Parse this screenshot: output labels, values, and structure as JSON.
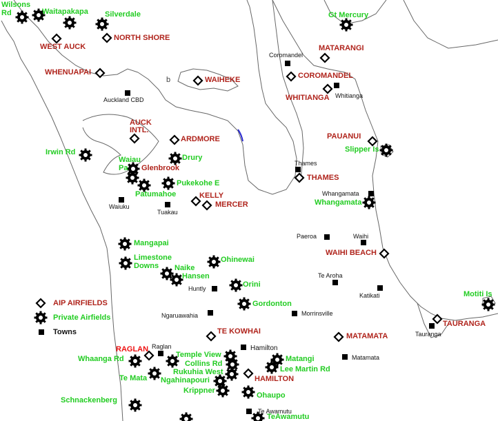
{
  "colors": {
    "aip": "#b0241c",
    "private": "#22cc22",
    "town": "#111111",
    "raglan": "#ee1111",
    "coast": "#666666"
  },
  "legend": {
    "aip": "AIP AIRFIELDS",
    "private": "Private Airfields",
    "towns": "Towns"
  },
  "misc": {
    "b_letter": "b"
  },
  "aip_airfields": {
    "west_auck": "WEST AUCK",
    "north_shore": "NORTH SHORE",
    "whenuapai": "WHENUAPAI",
    "auck_intl_line1": "AUCK",
    "auck_intl_line2": "INTL.",
    "ardmore": "ARDMORE",
    "waiheke": "WAIHEKE",
    "matarangi": "MATARANGI",
    "coromandel": "COROMANDEL",
    "whitianga": "WHITIANGA",
    "pauanui": "PAUANUI",
    "thames": "THAMES",
    "kelly": "KELLY",
    "mercer": "MERCER",
    "waihi_beach": "WAIHI BEACH",
    "te_kowhai": "TE KOWHAI",
    "matamata": "MATAMATA",
    "hamilton": "HAMILTON",
    "tauranga": "TAURANGA",
    "raglan": "RAGLAN"
  },
  "private_airfields": {
    "wilsons_line1": "Wilsons",
    "wilsons_line2": "Rd",
    "waitapakapa": "Waitapakapa",
    "silverdale": "Silverdale",
    "gt_mercury": "Gt Mercury",
    "irwin_rd": "Irwin Rd",
    "waiau_pa": "Waiau",
    "papa": "Pa",
    "glenbrook": "Glenbrook",
    "drury": "Drury",
    "pukekohe_e": "Pukekohe E",
    "patumahoe": "Patumahoe",
    "slipper_is": "Slipper Is",
    "whangamata": "Whangamata",
    "mangapai": "Mangapai",
    "limestone_line1": "Limestone",
    "limestone_line2": "Downs",
    "ohinewai": "Ohinewai",
    "naike": "Naike",
    "hansen": "Hansen",
    "orini": "Orini",
    "gordonton": "Gordonton",
    "motiti_is": "Motiti Is",
    "whaanga_rd": "Whaanga Rd",
    "temple_view": "Temple View",
    "collins_rd": "Collins Rd",
    "rukuhia_west": "Rukuhia West",
    "matangi": "Matangi",
    "lee_martin_rd": "Lee Martin Rd",
    "te_mata": "Te Mata",
    "ngahinapouri": "Ngahinapouri",
    "krippner": "Krippner",
    "ohaupo": "Ohaupo",
    "schnackenberg": "Schnackenberg",
    "teawamutu": "TeAwamutu"
  },
  "towns": {
    "auckland_cbd": "Auckland CBD",
    "coromandel": "Coromandel",
    "whitianga": "Whitianga",
    "thames": "Thames",
    "whangamata": "Whangamata",
    "waiuku": "Waiuku",
    "tuakau": "Tuakau",
    "paeroa": "Paeroa",
    "waihi": "Waihi",
    "te_aroha": "Te Aroha",
    "katikati": "Katikati",
    "huntly": "Huntly",
    "ngaruawahia": "Ngaruawahia",
    "morrinsville": "Morrinsville",
    "tauranga": "Tauranga",
    "hamilton": "Hamilton",
    "raglan": "Raglan",
    "matamata": "Matamata",
    "te_awamutu": "Te Awamutu"
  }
}
